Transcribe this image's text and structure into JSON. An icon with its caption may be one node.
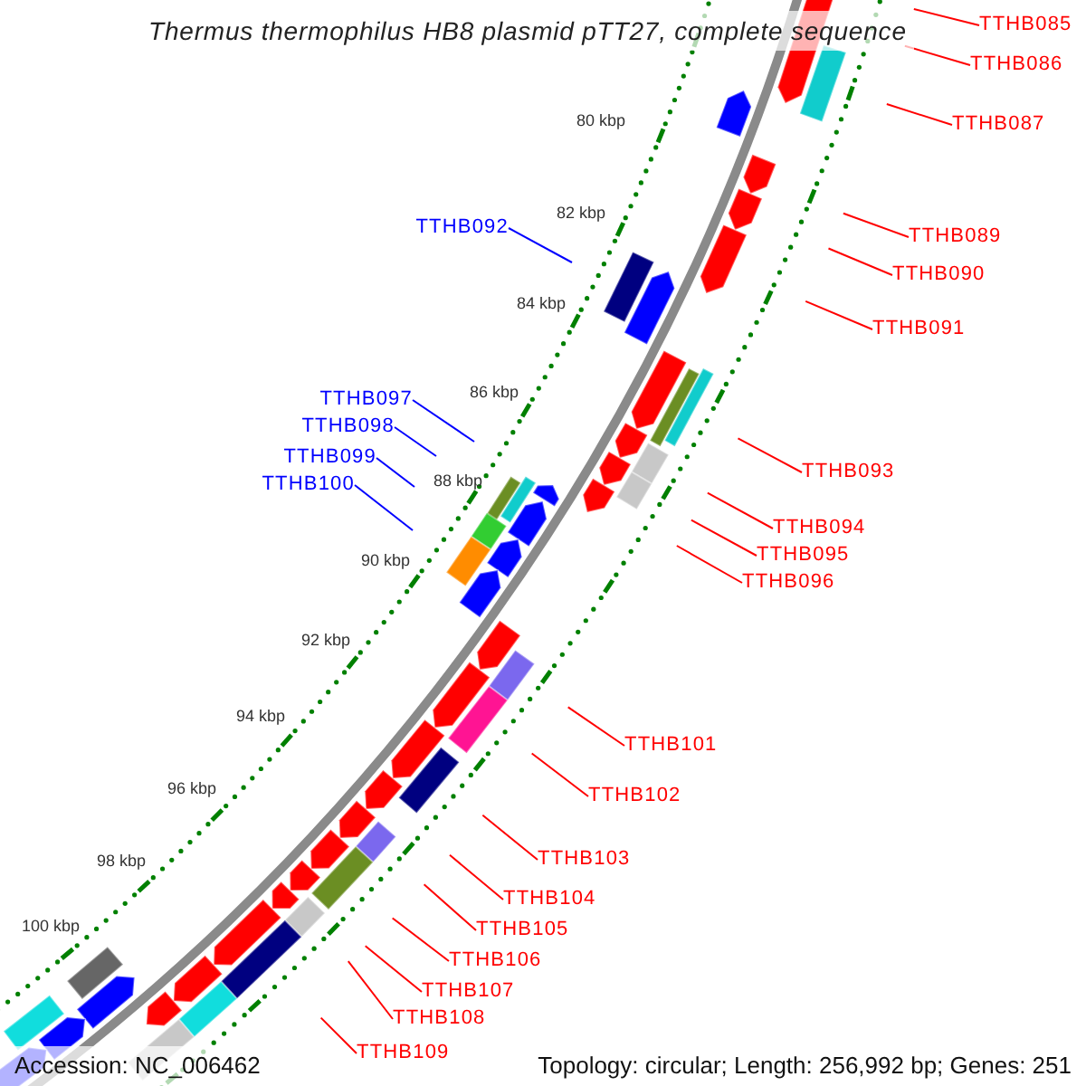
{
  "diagram": {
    "title": "Thermus thermophilus HB8 plasmid pTT27, complete sequence",
    "nodes": [
      {
        "text": [
          "TTHB085"
        ]
      },
      {
        "text": [
          "TTHB086"
        ]
      },
      {
        "text": [
          "TTHB087"
        ]
      },
      {
        "text": [
          "TTHB092"
        ]
      },
      {
        "text": [
          "TTHB089"
        ]
      },
      {
        "text": [
          "TTHB090"
        ]
      },
      {
        "text": [
          "TTHB091"
        ]
      },
      {
        "text": [
          "TTHB097"
        ]
      },
      {
        "text": [
          "TTHB098"
        ]
      },
      {
        "text": [
          "TTHB099"
        ]
      },
      {
        "text": [
          "TTHB093"
        ]
      },
      {
        "text": [
          "TTHB100"
        ]
      },
      {
        "text": [
          "TTHB094"
        ]
      },
      {
        "text": [
          "TTHB095"
        ]
      },
      {
        "text": [
          "TTHB096"
        ]
      },
      {
        "text": [
          "TTHB101"
        ]
      },
      {
        "text": [
          "TTHB102"
        ]
      },
      {
        "text": [
          "TTHB103"
        ]
      },
      {
        "text": [
          "TTHB104"
        ]
      },
      {
        "text": [
          "TTHB105"
        ]
      },
      {
        "text": [
          "TTHB106"
        ]
      },
      {
        "text": [
          "TTHB107"
        ]
      },
      {
        "text": [
          "TTHB108"
        ]
      },
      {
        "text": [
          "TTHB109"
        ]
      }
    ],
    "edges": [
      {
        "from": 0,
        "to": null,
        "arrow": "none"
      },
      {
        "from": 1,
        "to": null,
        "arrow": "none"
      },
      {
        "from": 2,
        "to": null,
        "arrow": "none"
      },
      {
        "from": 3,
        "to": null,
        "arrow": "none",
        "color": "#0000ff"
      },
      {
        "from": 4,
        "to": null,
        "arrow": "none"
      },
      {
        "from": 5,
        "to": null,
        "arrow": "none"
      },
      {
        "from": 6,
        "to": null,
        "arrow": "none"
      },
      {
        "from": 7,
        "to": null,
        "arrow": "none",
        "color": "#0000ff"
      },
      {
        "from": 8,
        "to": null,
        "arrow": "none",
        "color": "#0000ff"
      },
      {
        "from": 9,
        "to": null,
        "arrow": "none",
        "color": "#0000ff"
      },
      {
        "from": 10,
        "to": null,
        "arrow": "none"
      },
      {
        "from": 11,
        "to": null,
        "arrow": "none",
        "color": "#0000ff"
      },
      {
        "from": 12,
        "to": null,
        "arrow": "none"
      },
      {
        "from": 13,
        "to": null,
        "arrow": "none"
      },
      {
        "from": 14,
        "to": null,
        "arrow": "none"
      },
      {
        "from": 15,
        "to": null,
        "arrow": "none"
      },
      {
        "from": 16,
        "to": null,
        "arrow": "none"
      },
      {
        "from": 17,
        "to": null,
        "arrow": "none"
      },
      {
        "from": 18,
        "to": null,
        "arrow": "none"
      },
      {
        "from": 19,
        "to": null,
        "arrow": "none"
      },
      {
        "from": 20,
        "to": null,
        "arrow": "none"
      },
      {
        "from": 21,
        "to": null,
        "arrow": "none"
      },
      {
        "from": 22,
        "to": null,
        "arrow": "none"
      },
      {
        "from": 23,
        "to": null,
        "arrow": "none"
      }
    ],
    "labels": [
      "80 kbp",
      "82 kbp",
      "84 kbp",
      "86 kbp",
      "88 kbp",
      "90 kbp",
      "92 kbp",
      "94 kbp",
      "96 kbp",
      "98 kbp",
      "100 kbp",
      "Accession: NC_006462",
      "Topology: circular; Length: 256,992 bp; Genes: 251"
    ]
  }
}
